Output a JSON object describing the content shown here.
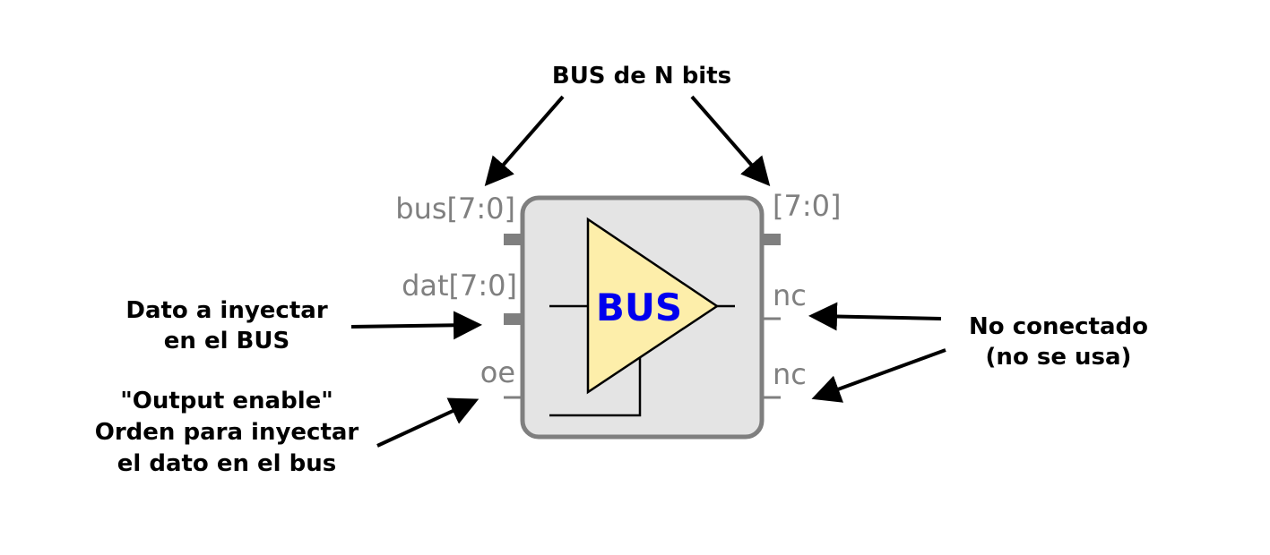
{
  "annotations": {
    "bus_bits": "BUS de N bits",
    "dato_line1": "Dato a inyectar",
    "dato_line2": "en el BUS",
    "oe_line1": "\"Output enable\"",
    "oe_line2": "Orden para inyectar",
    "oe_line3": "el dato en el bus",
    "nc_line1": "No conectado",
    "nc_line2": "(no se usa)"
  },
  "block": {
    "name": "BUS",
    "pins_left": [
      "bus[7:0]",
      "dat[7:0]",
      "oe"
    ],
    "pins_right": [
      "[7:0]",
      "nc",
      "nc"
    ]
  },
  "colors": {
    "block_fill": "#e4e4e4",
    "block_stroke": "#7f7f7f",
    "triangle_fill": "#fdeeaa",
    "block_name": "#0000ee",
    "pin_label": "#808080"
  }
}
